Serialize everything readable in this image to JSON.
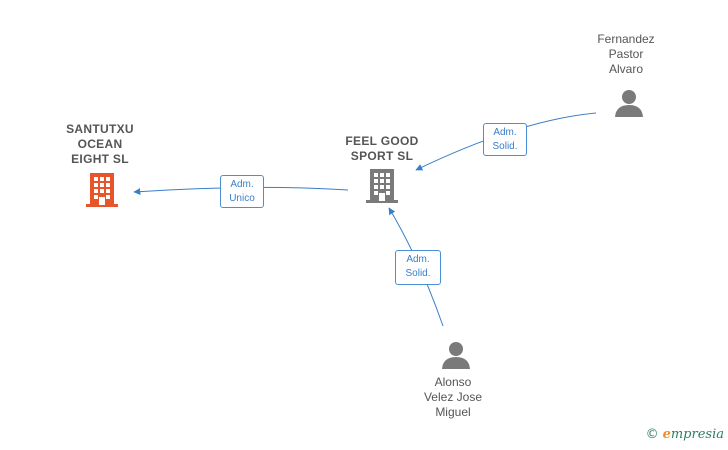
{
  "nodes": {
    "santutxu": {
      "label": "SANTUTXU\nOCEAN\nEIGHT  SL",
      "color": "#e8552a"
    },
    "feelgood": {
      "label": "FEEL GOOD\nSPORT SL",
      "color": "#7a7a7a"
    },
    "fernandez": {
      "label": "Fernandez\nPastor\nAlvaro"
    },
    "alonso": {
      "label": "Alonso\nVelez Jose\nMiguel"
    }
  },
  "edges": {
    "feelgood_to_santutxu": {
      "label": "Adm.\nUnico"
    },
    "fernandez_to_feelgood": {
      "label": "Adm.\nSolid."
    },
    "alonso_to_feelgood": {
      "label": "Adm.\nSolid."
    }
  },
  "colors": {
    "edge": "#3a7ec9",
    "person": "#7a7a7a"
  },
  "brand": {
    "copyright": "©",
    "e_letter": "e",
    "rest": "mpresia"
  }
}
